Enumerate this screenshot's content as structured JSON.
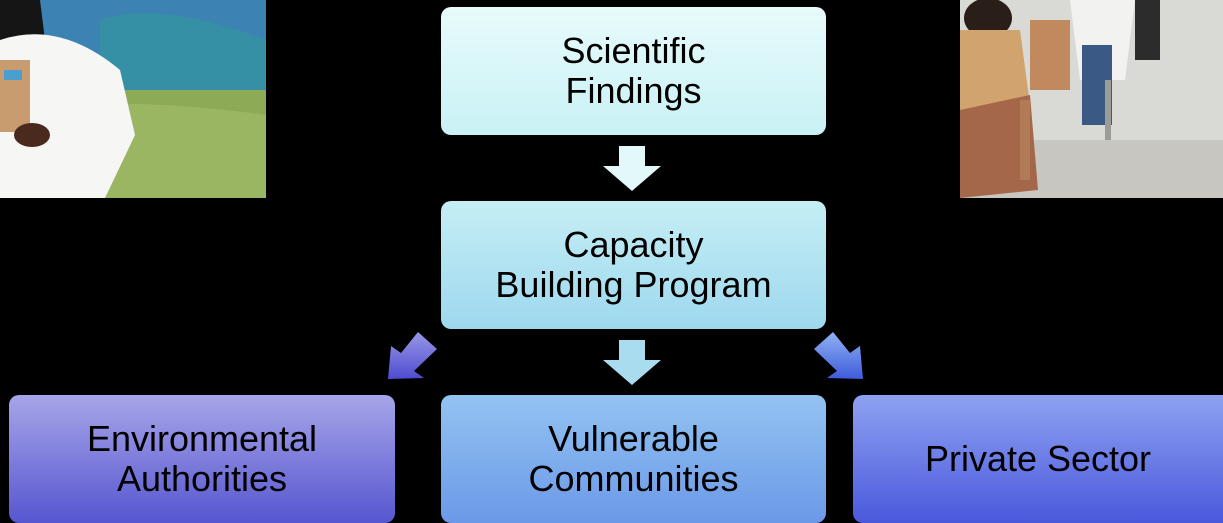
{
  "nodes": {
    "findings": "Scientific\nFindings",
    "capacity": "Capacity\nBuilding Program",
    "environmental": "Environmental\nAuthorities",
    "vulnerable": "Vulnerable\nCommunities",
    "private": "Private Sector"
  },
  "colors": {
    "background": "#000000",
    "arrow_top": "#e3f8f8",
    "arrow_middle": "#a9dcef",
    "arrow_left": "#5a56d2",
    "arrow_right": "#4b66e0"
  }
}
